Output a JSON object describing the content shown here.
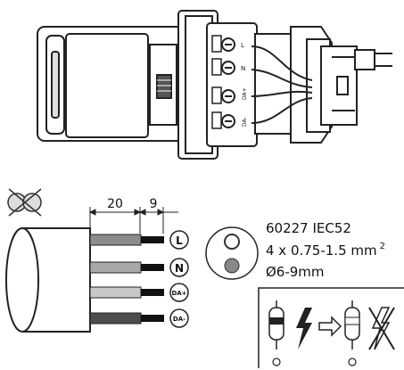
{
  "terminals": {
    "device": [
      "L",
      "N",
      "DA+",
      "DA-"
    ],
    "cable": [
      "L",
      "N",
      "DA+",
      "DA-"
    ]
  },
  "strip_lengths": {
    "insulation": "20",
    "conductor": "9"
  },
  "cable_spec": {
    "standard": "60227 IEC52",
    "cross_section_prefix": "4 x 0.75-1.5 mm",
    "cross_section_exp": "2",
    "diameter": "Ø6-9mm"
  },
  "colors": {
    "wire_L": "#8c8c8c",
    "wire_N": "#a9a9a9",
    "wire_DA_plus": "#c8c8c8",
    "wire_DA_minus": "#4d4d4d",
    "conductor": "#111111",
    "outline": "#222222"
  },
  "icons": [
    "crossed-cable-icon",
    "electric-lightning-icon",
    "arrow-right-icon",
    "crossed-lightning-icon",
    "device-lamp-icon",
    "cable-cross-section-icon"
  ]
}
